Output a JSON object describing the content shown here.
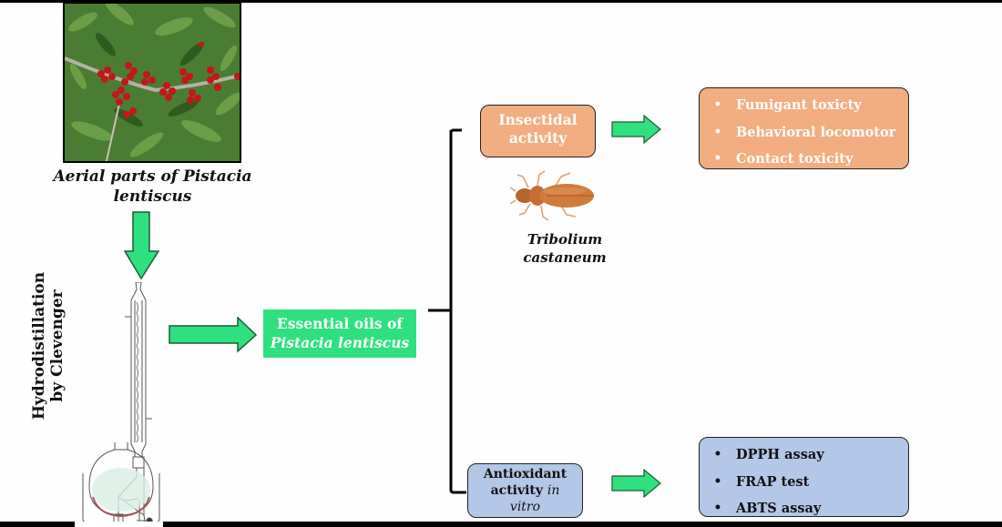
{
  "source": {
    "caption_line1": "Aerial parts of Pistacia",
    "caption_line2": "lentiscus",
    "photo_icon": "pistacia-plant-photo"
  },
  "process": {
    "label_line1": "Hydrodistillation",
    "label_line2": "by Clevenger",
    "apparatus_icon": "clevenger-apparatus"
  },
  "product": {
    "line1": "Essential oils of",
    "line2": "Pistacia lentiscus"
  },
  "insecticidal": {
    "line1": "Insectidal",
    "line2": "activity",
    "organism_line1": "Tribolium",
    "organism_line2": "castaneum",
    "organism_icon": "beetle",
    "tests": [
      "Fumigant toxicty",
      "Behavioral locomotor",
      "Contact toxicity"
    ]
  },
  "antioxidant": {
    "line1": "Antioxidant",
    "line2": "activity",
    "line2_italic": "in",
    "line3_italic": "vitro",
    "tests": [
      "DPPH assay",
      "FRAP test",
      "ABTS assay"
    ]
  },
  "colors": {
    "arrow_green": "#2fe07f",
    "insecticidal_fill": "#f2ae80",
    "antioxidant_fill": "#b3c7e6"
  },
  "bullet": "•"
}
